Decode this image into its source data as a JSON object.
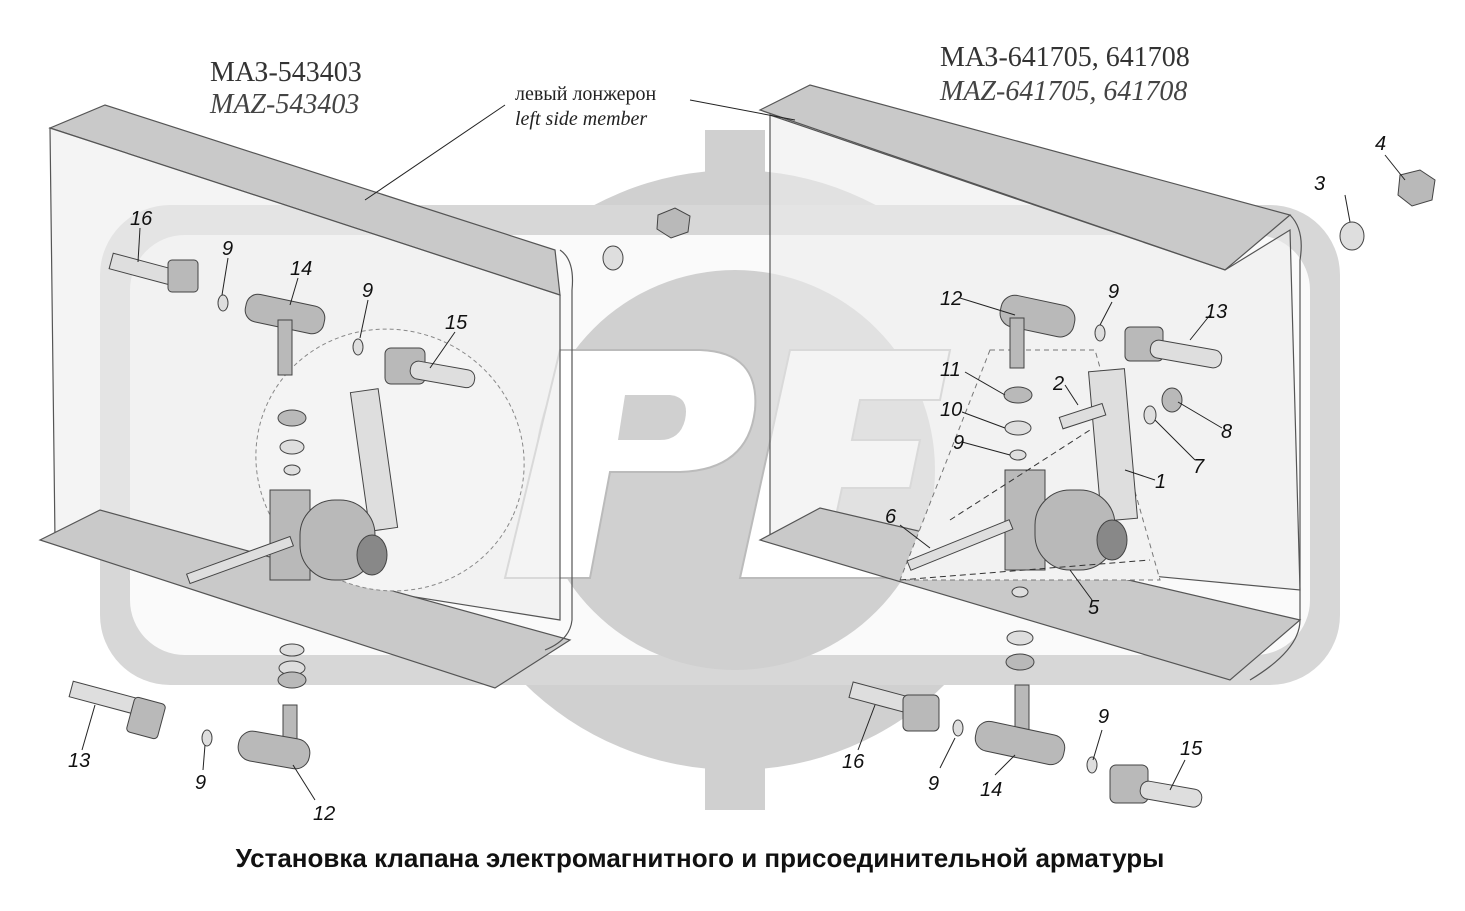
{
  "title": {
    "left_ru": "МАЗ-543403",
    "left_en": "MAZ-543403",
    "right_ru": "МАЗ-641705, 641708",
    "right_en": "MAZ-641705, 641708"
  },
  "member_label": {
    "ru": "левый лонжерон",
    "en": "left side member"
  },
  "watermark": "PE",
  "caption": "Установка клапана электромагнитного и присоединительной арматуры",
  "callouts_left": [
    "16",
    "9",
    "14",
    "9",
    "15",
    "13",
    "9",
    "12"
  ],
  "callouts_right": [
    "12",
    "9",
    "13",
    "11",
    "2",
    "10",
    "9",
    "8",
    "7",
    "1",
    "6",
    "5",
    "3",
    "4",
    "16",
    "9",
    "14",
    "9",
    "15"
  ]
}
